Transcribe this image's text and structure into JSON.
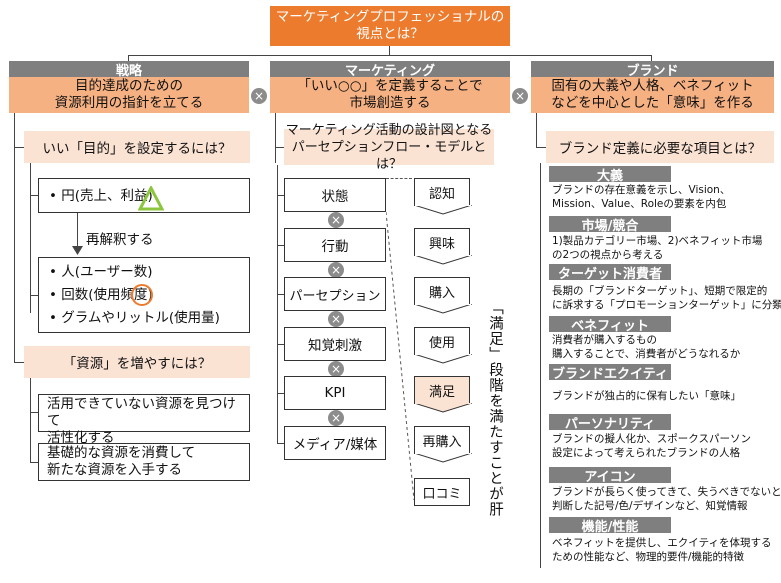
{
  "title": {
    "line1": "マーケティングプロフェッショナルの",
    "line2": "視点とは？"
  },
  "columns": {
    "strategy": {
      "header": "戦略",
      "subtitle_line1": "目的達成のための",
      "subtitle_line2": "資源利用の指針を立てる",
      "q1": "いい「目的」を設定するには？",
      "goal_items": [
        "円(売上、利益)"
      ],
      "reinterpret": "再解釈する",
      "breakdown_items": [
        "人(ユーザー数)",
        "回数(使用頻度)",
        "グラムやリットル(使用量)"
      ],
      "q2": "「資源」を増やすには？",
      "resource_items": [
        {
          "line1": "活用できていない資源を見つけて",
          "line2": "活性化する"
        },
        {
          "line1": "基礎的な資源を消費して",
          "line2": "新たな資源を入手する"
        }
      ]
    },
    "marketing": {
      "header": "マーケティング",
      "subtitle_line1": "「いい○○」を定義することで",
      "subtitle_line2": "市場創造する",
      "q_line1": "マーケティング活動の設計図となる",
      "q_line2": "パーセプションフロー・モデルとは？",
      "left_items": [
        "状態",
        "行動",
        "パーセプション",
        "知覚刺激",
        "KPI",
        "メディア/媒体"
      ],
      "stages": [
        "認知",
        "興味",
        "購入",
        "使用",
        "満足",
        "再購入",
        "口コミ"
      ],
      "vertical_note": "「満足」段階を満たすことが肝"
    },
    "brand": {
      "header": "ブランド",
      "subtitle_line1": "固有の大義や人格、ベネフィット",
      "subtitle_line2": "などを中心とした「意味」を作る",
      "q": "ブランド定義に必要な項目とは？",
      "items": [
        {
          "heading": "大義",
          "line1": "ブランドの存在意義を示し、Vision、",
          "line2": "Mission、Value、Roleの要素を内包"
        },
        {
          "heading": "市場/競合",
          "line1": "1)製品カテゴリー市場、2)ベネフィット市場",
          "line2": "の2つの視点から考える"
        },
        {
          "heading": "ターゲット消費者",
          "line1": "長期の「ブランドターゲット」、短期で限定的",
          "line2": "に訴求する「プロモーションターゲット」に分類"
        },
        {
          "heading": "ベネフィット",
          "line1": "消費者が購入するもの",
          "line2": "購入することで、消費者がどうなれるか"
        },
        {
          "heading": "ブランドエクイティ",
          "line1": "ブランドが独占的に保有したい「意味」",
          "line2": ""
        },
        {
          "heading": "パーソナリティ",
          "line1": "ブランドの擬人化か、スポークスパーソン",
          "line2": "設定によって考えられたブランドの人格"
        },
        {
          "heading": "アイコン",
          "line1": "ブランドが長らく使ってきて、失うべきでないと",
          "line2": "判断した記号/色/デザインなど、知覚情報"
        },
        {
          "heading": "機能/性能",
          "line1": "ベネフィットを提供し、エクイティを体現する",
          "line2": "ための性能など、物理的要件/機能的特徴"
        }
      ]
    }
  },
  "colors": {
    "orange": "#ec7b2e",
    "peach": "#f6b183",
    "light_peach": "#fbe3d4",
    "gray": "#7f7f7f",
    "accent_green": "#8cc63f"
  },
  "icons": {
    "cross": "×",
    "triangle": "triangle-icon",
    "circle": "circle-icon"
  }
}
